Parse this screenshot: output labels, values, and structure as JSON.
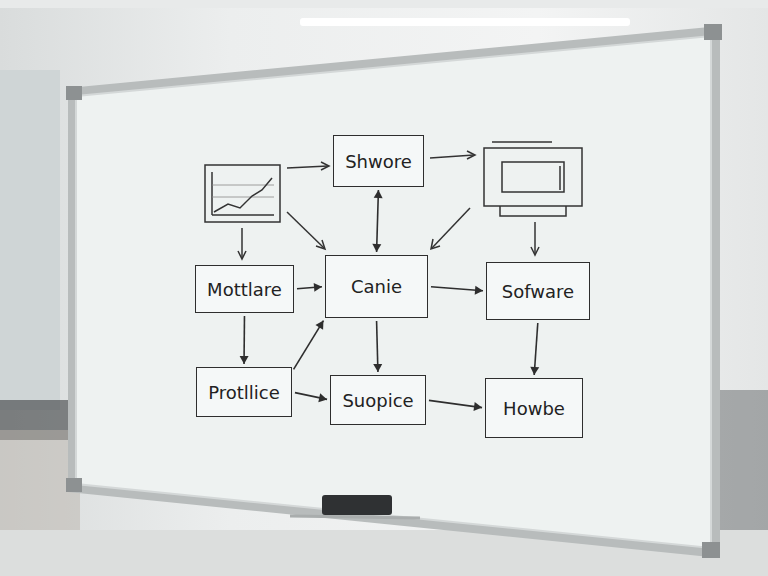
{
  "diagram": {
    "nodes": [
      {
        "text": [
          "Shwore"
        ]
      },
      {
        "text": [
          "Mottlare"
        ]
      },
      {
        "text": [
          "Canie"
        ]
      },
      {
        "text": [
          "Sofware"
        ]
      },
      {
        "text": [
          "Protllice"
        ]
      },
      {
        "text": [
          "Suopice"
        ]
      },
      {
        "text": [
          "Howbe"
        ]
      }
    ],
    "edges": [
      {
        "from": 0,
        "to": 2,
        "arrow": "both"
      },
      {
        "from": 1,
        "to": 2,
        "arrow": "to"
      },
      {
        "from": 2,
        "to": 3,
        "arrow": "to"
      },
      {
        "from": 1,
        "to": 4,
        "arrow": "to"
      },
      {
        "from": 4,
        "to": 2,
        "arrow": "to"
      },
      {
        "from": 2,
        "to": 5,
        "arrow": "to"
      },
      {
        "from": 3,
        "to": 6,
        "arrow": "to"
      },
      {
        "from": 4,
        "to": 5,
        "arrow": "to"
      },
      {
        "from": 5,
        "to": 6,
        "arrow": "to"
      }
    ]
  }
}
